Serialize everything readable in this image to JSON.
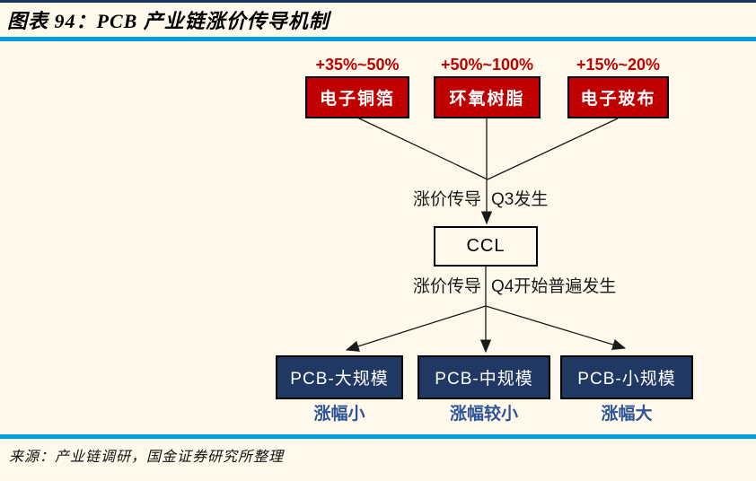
{
  "header": {
    "title": "图表 94：PCB 产业链涨价传导机制"
  },
  "diagram": {
    "suppliers": [
      {
        "label": "电子铜箔",
        "increase": "+35%~50%"
      },
      {
        "label": "环氧树脂",
        "increase": "+50%~100%"
      },
      {
        "label": "电子玻布",
        "increase": "+15%~20%"
      }
    ],
    "transmission_q3": {
      "left": "涨价传导",
      "right": "Q3发生"
    },
    "ccl_label": "CCL",
    "transmission_q4": {
      "left": "涨价传导",
      "right": "Q4开始普遍发生"
    },
    "pcb": [
      {
        "label": "PCB-大规模",
        "note": "涨幅小"
      },
      {
        "label": "PCB-中规模",
        "note": "涨幅较小"
      },
      {
        "label": "PCB-小规模",
        "note": "涨幅大"
      }
    ],
    "colors": {
      "supplier_box": "#C00000",
      "increase_text": "#C00000",
      "pcb_box": "#1F3864",
      "note_text": "#2F5496",
      "accent_rule": "#009FE0",
      "top_border": "#17365D",
      "background": "#FEF9EB"
    }
  },
  "footer": {
    "source": "来源：产业链调研，国金证券研究所整理"
  }
}
